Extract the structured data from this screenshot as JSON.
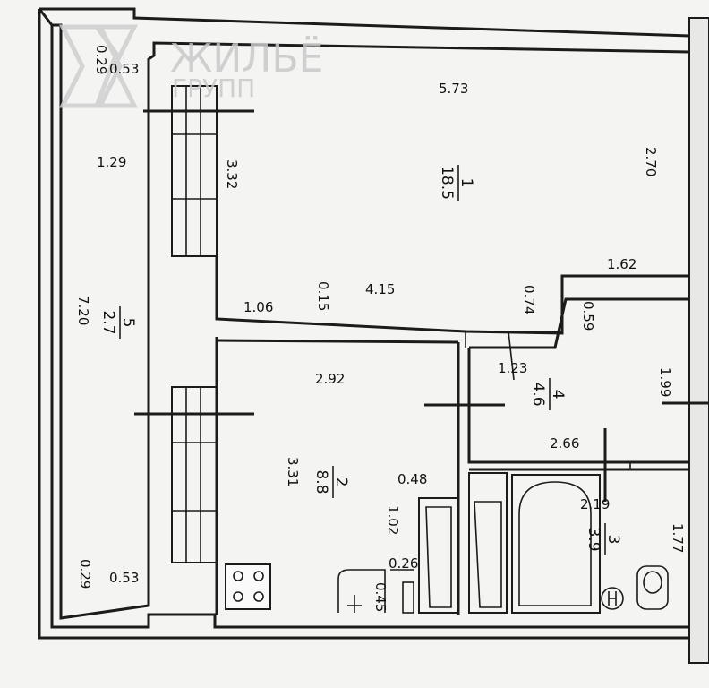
{
  "logo": {
    "name": "ЖИЛЬЁ",
    "sub": "ГРУПП"
  },
  "dimensions": {
    "d_0_29_top": "0.29",
    "d_0_53_top": "0.53",
    "d_5_73": "5.73",
    "d_2_70": "2.70",
    "d_1_29": "1.29",
    "d_3_32": "3.32",
    "d_1_62": "1.62",
    "d_4_15": "4.15",
    "d_1_06": "1.06",
    "d_0_15": "0.15",
    "d_0_74": "0.74",
    "d_0_59": "0.59",
    "d_7_20": "7.20",
    "d_2_92": "2.92",
    "d_1_23": "1.23",
    "d_1_99": "1.99",
    "d_2_66": "2.66",
    "d_3_31": "3.31",
    "d_0_48": "0.48",
    "d_2_19": "2.19",
    "d_1_02": "1.02",
    "d_1_77": "1.77",
    "d_0_26": "0.26",
    "d_0_45": "0.45",
    "d_0_53_bottom": "0.53",
    "d_0_29_bottom": "0.29"
  },
  "rooms": [
    {
      "number": "1",
      "area": "18.5"
    },
    {
      "number": "2",
      "area": "8.8"
    },
    {
      "number": "3",
      "area": "3.9"
    },
    {
      "number": "4",
      "area": "4.6"
    },
    {
      "number": "5",
      "area": "2.7"
    }
  ]
}
